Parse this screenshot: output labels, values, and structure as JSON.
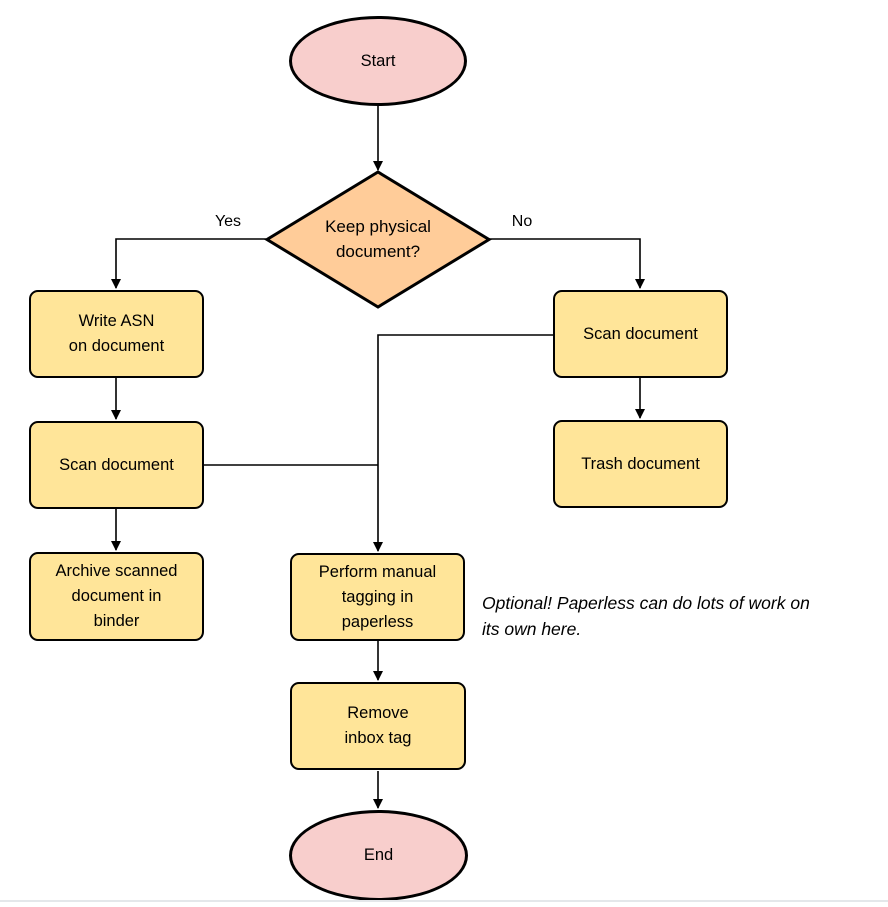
{
  "colors": {
    "process_fill": "#ffe599",
    "decision_fill": "#ffcc99",
    "terminal_fill": "#f8cecc",
    "line": "#000000",
    "text": "#000000",
    "bottom_rule": "#e4e7ea"
  },
  "flowchart": {
    "nodes": {
      "start": {
        "label": "Start"
      },
      "decision": {
        "label": "Keep physical\ndocument?"
      },
      "write_asn": {
        "label": "Write ASN\non document"
      },
      "scan_left": {
        "label": "Scan document"
      },
      "archive": {
        "label": "Archive scanned\ndocument in\nbinder"
      },
      "scan_right": {
        "label": "Scan document"
      },
      "trash": {
        "label": "Trash document"
      },
      "tagging": {
        "label": "Perform manual\ntagging in\npaperless"
      },
      "remove_inbox": {
        "label": "Remove\ninbox tag"
      },
      "end": {
        "label": "End"
      }
    },
    "edge_labels": {
      "yes": "Yes",
      "no": "No"
    },
    "annotation": "Optional! Paperless can do lots of work on\nits own here."
  }
}
